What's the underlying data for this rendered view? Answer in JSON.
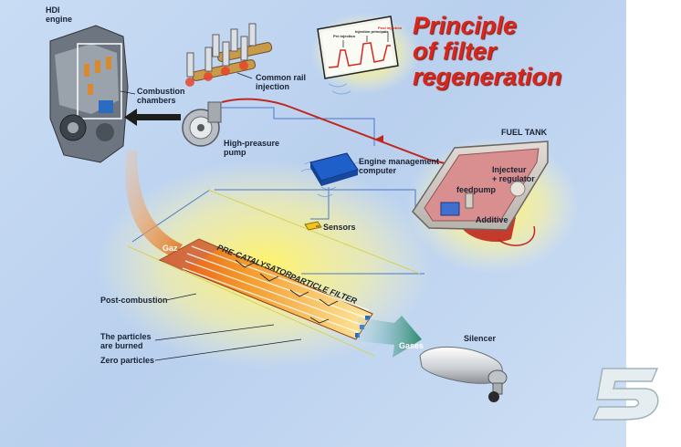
{
  "title": {
    "line1": "Principle",
    "line2": "of filter",
    "line3": "regeneration"
  },
  "labels": {
    "hdi_engine_line1": "HDI",
    "hdi_engine_line2": "engine",
    "combustion_line1": "Combustion",
    "combustion_line2": "chambers",
    "common_rail_line1": "Common rail",
    "common_rail_line2": "injection",
    "pump_line1": "High-preasure",
    "pump_line2": "pump",
    "emc_line1": "Engine management",
    "emc_line2": "computer",
    "fuel_tank": "FUEL TANK",
    "injecteur_line1": "Injecteur",
    "injecteur_line2": "+ regulator",
    "feedpump": "feedpump",
    "additive": "Additive",
    "sensors": "Sensors",
    "gaz": "Gaz",
    "pre_catalysator": "PRE-CATALYSATOR",
    "particle_filter": "PARTICLE FILTER",
    "post_combustion": "Post-combustion",
    "burned_line1": "The particles",
    "burned_line2": "are burned",
    "zero_particles": "Zero particles",
    "gases": "Gases",
    "silencer": "Silencer"
  },
  "graph_panel": {
    "label1": "Pre injection",
    "label2": "Injection principale",
    "label3": "Post injection"
  },
  "colors": {
    "title_red": "#d9261c",
    "background_blue": "#c3d7f1",
    "fuel_line_red": "#c0281e",
    "wire_blue": "#4a78c8",
    "computer_blue": "#1f5fc9",
    "glow_yellow": "#fff27a",
    "tank_pink": "#d98f8f"
  }
}
